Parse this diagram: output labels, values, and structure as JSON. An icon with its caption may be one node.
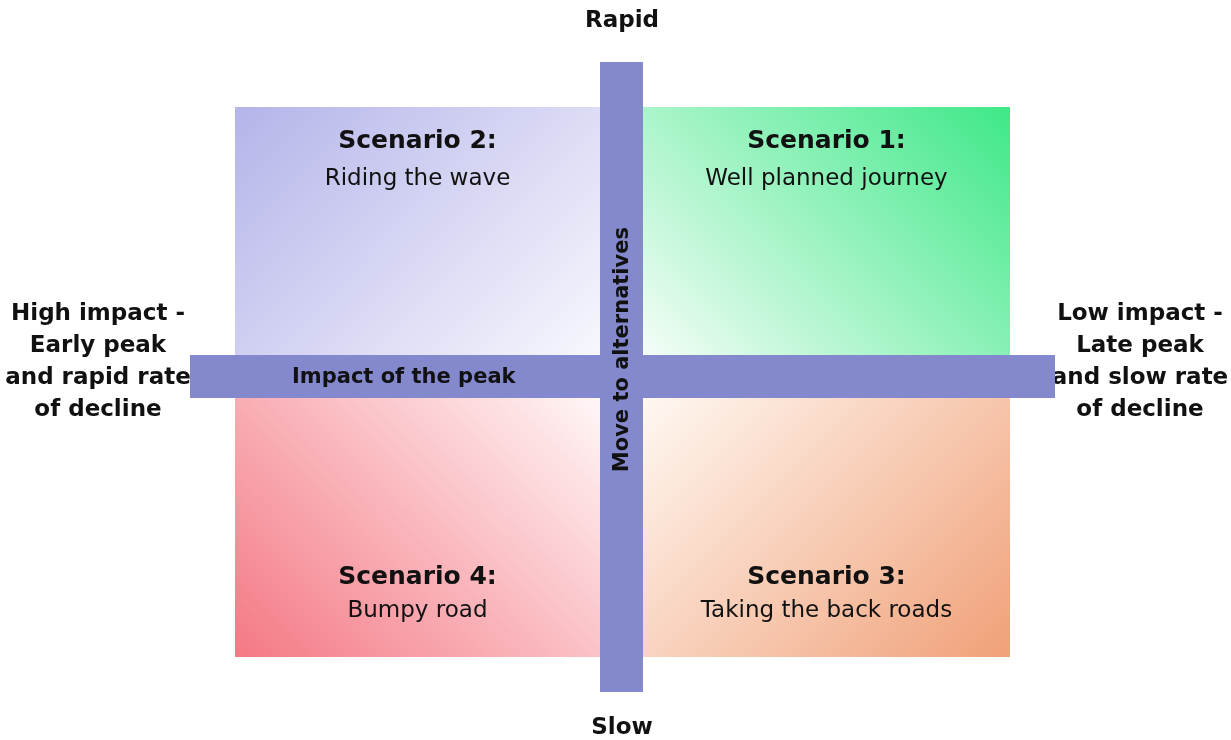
{
  "diagram": {
    "nodes": [
      {
        "text": [
          "Scenario 2:",
          "Riding the wave"
        ]
      },
      {
        "text": [
          "Scenario 1:",
          "Well planned journey"
        ]
      },
      {
        "text": [
          "Scenario 4:",
          "Bumpy road"
        ]
      },
      {
        "text": [
          "Scenario 3:",
          "Taking the back roads"
        ]
      },
      {
        "text": [
          "Impact of the peak"
        ]
      },
      {
        "text": [
          "Move to alternatives"
        ]
      }
    ],
    "edges": [],
    "labels": [
      "Rapid",
      "High impact - Early peak and rapid rate of decline",
      "Low impact - Late peak and slow rate of decline",
      "Slow"
    ]
  }
}
